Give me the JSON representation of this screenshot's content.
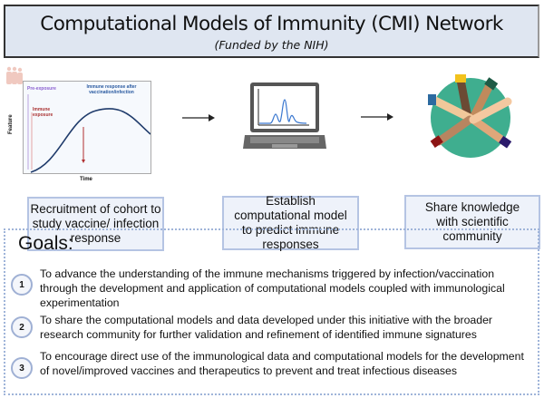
{
  "header": {
    "title": "Computational Models of Immunity (CMI) Network",
    "subtitle": "(Funded by the NIH)"
  },
  "graph": {
    "pre_exposure": "Pre-exposure",
    "immune_exposure": "Immune exposure",
    "response": "Immune response after vaccination/infection",
    "y_label": "Feature",
    "x_label": "Time"
  },
  "steps": [
    {
      "label": "Recruitment of cohort to study vaccine/ infection response"
    },
    {
      "label": "Establish computational model to predict immune responses"
    },
    {
      "label": "Share knowledge with scientific community"
    }
  ],
  "goals": {
    "heading": "Goals:",
    "items": [
      {
        "number": "1",
        "text": "To advance the understanding of the immune mechanisms triggered by infection/vaccination through the development and application of computational models coupled with immunological experimentation"
      },
      {
        "number": "2",
        "text": "To share the computational models and data developed under this initiative with the broader research community for further validation and refinement of identified immune signatures"
      },
      {
        "number": "3",
        "text": "To encourage direct use of the immunological data and computational models for the development of novel/improved vaccines and therapeutics to prevent and treat infectious diseases"
      }
    ]
  }
}
